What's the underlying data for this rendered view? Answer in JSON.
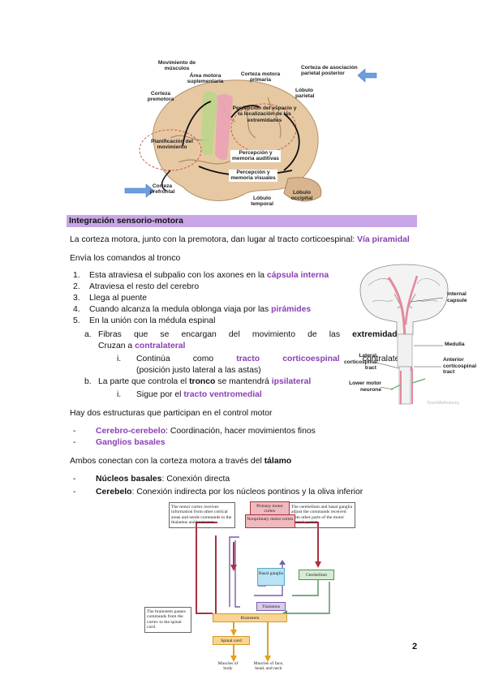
{
  "brain_figure": {
    "labels": {
      "movement_of_muscles": "Movimiento de músculos",
      "supplementary_motor_area": "Área motora suplementaria",
      "premotor_cortex": "Corteza premotora",
      "primary_motor_cortex": "Corteza motora primaria",
      "parietal_association_cortex": "Corteza de asociación parietal posterior",
      "parietal_lobe": "Lóbulo parietal",
      "space_perception": "Percepción del espacio y la localización de las extremidades",
      "movement_planning": "Planificación del movimiento",
      "auditory_perception": "Percepción y memoria auditivas",
      "visual_perception": "Percepción y memoria visuales",
      "prefrontal_cortex": "Corteza prefrontal",
      "temporal_lobe": "Lóbulo temporal",
      "occipital_lobe": "Lóbulo occipital"
    }
  },
  "section": {
    "title": "Integración sensorio-motora"
  },
  "intro": {
    "p1_text": "La corteza motora, junto con la premotora, dan lugar al tracto corticoespinal: ",
    "p1_highlight": "Vía piramidal",
    "p2": "Envía los comandos al tronco"
  },
  "steps": {
    "s1_num": "1.",
    "s1_text": "Esta atraviesa el subpalio con los axones en la ",
    "s1_hl": "cápsula interna",
    "s2_num": "2.",
    "s2_text": "Atraviesa el resto del cerebro",
    "s3_num": "3.",
    "s3_text": "Llega al puente",
    "s4_num": "4.",
    "s4_text": "Cuando alcanza la medula oblonga viaja por las ",
    "s4_hl": "pirámides",
    "s5_num": "5.",
    "s5_text": "En la unión con la médula espinal",
    "a_num": "a.",
    "a_text1": "Fibras que se encargan del movimiento de las ",
    "a_bold": "extremidades",
    "a_text2": ":",
    "a_line2_text": "Cruzan a ",
    "a_line2_hl": "contralateral",
    "ai_num": "i.",
    "ai_text1": "Continúa como ",
    "ai_hl": "tracto corticoespinal",
    "ai_text2": " contralateral",
    "ai_line2": "(posición justo lateral a las astas)",
    "b_num": "b.",
    "b_text1": "La parte que controla el ",
    "b_bold": "tronco",
    "b_text2": " se mantendrá ",
    "b_hl": "ipsilateral",
    "bi_num": "i.",
    "bi_text": "Sigue por el ",
    "bi_hl": "tracto ventromedial"
  },
  "structures": {
    "intro": "Hay dos estructuras que participan en el control motor",
    "item1_hl": "Cerebro-cerebelo",
    "item1_text": ": Coordinación, hacer movimientos finos",
    "item2_hl": "Ganglios basales"
  },
  "thalamus": {
    "intro_text": "Ambos conectan con la corteza motora a través del ",
    "intro_bold": "tálamo",
    "item1_bold": "Núcleos basales",
    "item1_text": ": Conexión directa",
    "item2_bold": "Cerebelo",
    "item2_text": ": Conexión indirecta por los núcleos pontinos y la oliva inferior"
  },
  "spinal_figure": {
    "internal_capsule": "Internal capsule",
    "medulla": "Medulla",
    "lateral_tract": "Lateral corticospinal tract",
    "anterior_tract": "Anterior corticospinal tract",
    "lower_motor": "Lower motor neurone",
    "watermark": "TeachMeAnatomy"
  },
  "diagram": {
    "note_motor": "The motor cortex receives information from other cortical areas and sends commands to the thalamus and brainstem.",
    "note_cerebellum": "The cerebellum and basal ganglia adjust the commands received from other parts of the motor control system.",
    "note_brainstem": "The brainstem passes commands from the cortex to the spinal cord.",
    "primary_motor": "Primary motor cortex",
    "nonprimary_motor": "Nonprimary motor cortex",
    "basal_ganglia": "Basal ganglia",
    "cerebellum": "Cerebellum",
    "thalamus": "Thalamus",
    "brainstem": "Brainstem",
    "spinal_cord": "Spinal cord",
    "muscles_body": "Muscles of body",
    "muscles_face": "Muscles of face, head, and neck"
  },
  "page_number": "2"
}
